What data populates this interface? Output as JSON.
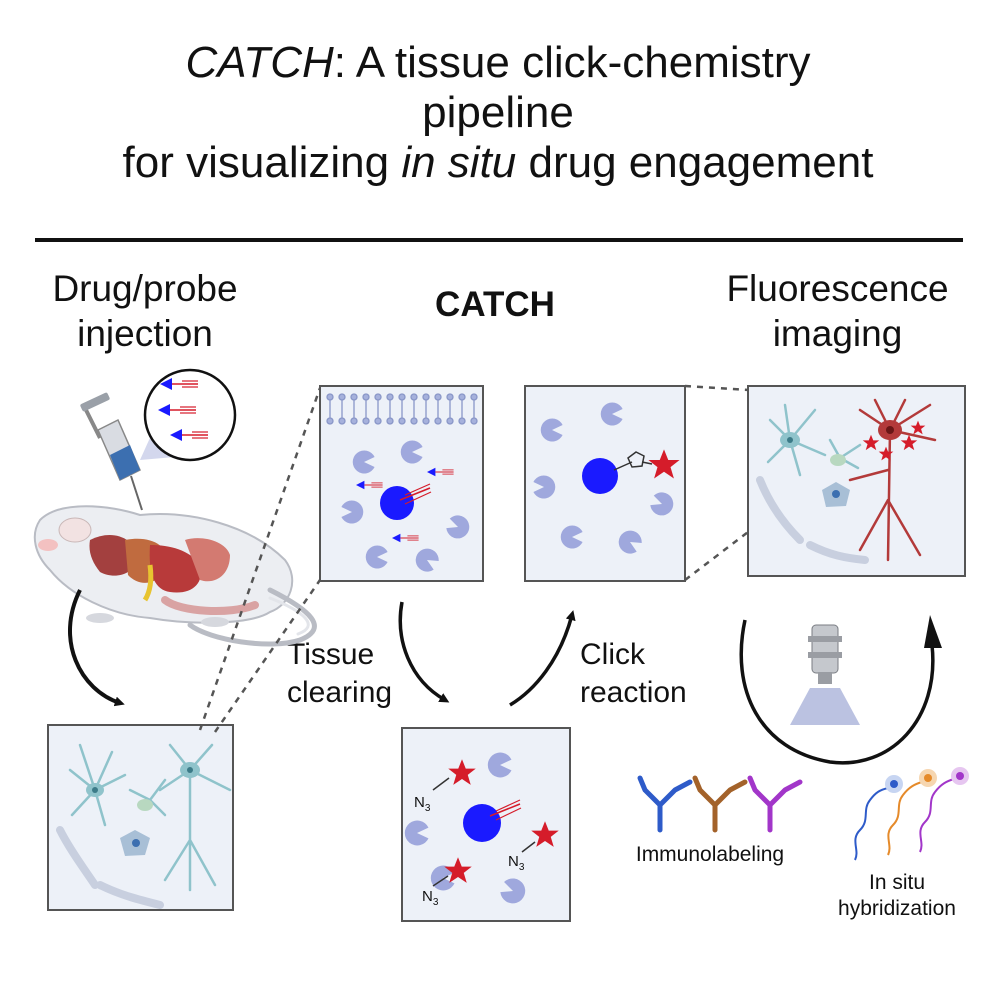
{
  "title": {
    "line1_italic": "CATCH",
    "line1_rest": ": A tissue click-chemistry",
    "line2": "pipeline",
    "line3_pre": "for visualizing ",
    "line3_italic": "in situ",
    "line3_post": " drug engagement"
  },
  "stages": {
    "injection_line1": "Drug/probe",
    "injection_line2": "injection",
    "catch": "CATCH",
    "imaging_line1": "Fluorescence",
    "imaging_line2": "imaging"
  },
  "steps": {
    "clearing_line1": "Tissue",
    "clearing_line2": "clearing",
    "click_line1": "Click",
    "click_line2": "reaction"
  },
  "labels": {
    "immunolabeling": "Immunolabeling",
    "ish_line1": "In situ",
    "ish_line2": "hybridization",
    "azide": "N",
    "azide_sub": "3"
  },
  "colors": {
    "drug_blue": "#1a1aff",
    "target_lavender": "#9fa8dd",
    "dye_red": "#d51c2a",
    "panel_fill": "#edf1f8",
    "neuron_teal": "#8fc3cb",
    "neuron_red": "#b33a3a"
  }
}
